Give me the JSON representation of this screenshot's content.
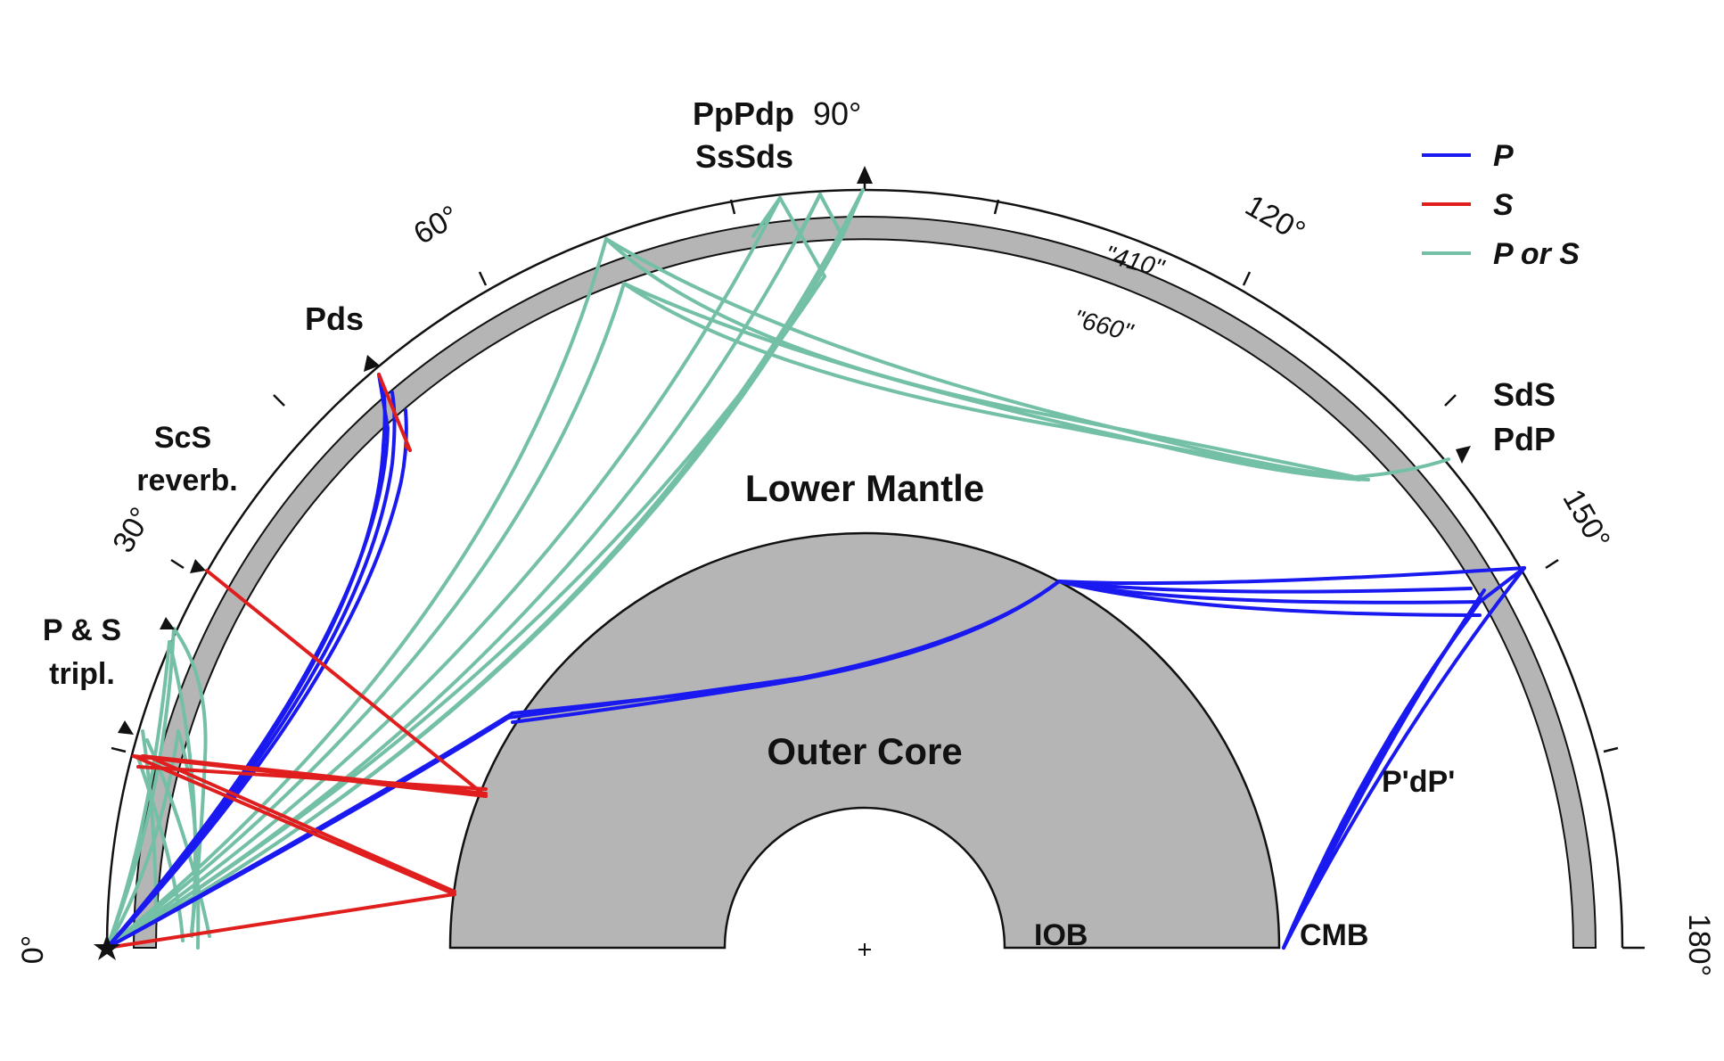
{
  "colors": {
    "p_wave": "#1919f0",
    "s_wave": "#e01e1e",
    "p_or_s_wave": "#74c0a6",
    "shell_gray": "#b5b5b5",
    "outline": "#111111"
  },
  "angle_labels": {
    "a0": "0°",
    "a30": "30°",
    "a60": "60°",
    "a90": "90°",
    "a120": "120°",
    "a150": "150°",
    "a180": "180°"
  },
  "phase_labels": {
    "ppdp": "PpPdp",
    "sssds": "SsSds",
    "pds": "Pds",
    "scs_1": "ScS",
    "scs_2": "reverb.",
    "ps_1": "P & S",
    "ps_2": "tripl.",
    "sds": "SdS",
    "pdp": "PdP",
    "pdp_prime": "P'dP'"
  },
  "regions": {
    "lower_mantle": "Lower Mantle",
    "outer_core": "Outer Core",
    "iob": "IOB",
    "cmb": "CMB",
    "d410": "\"410\"",
    "d660": "\"660\""
  },
  "legend": [
    {
      "label": "P",
      "color_key": "p_wave"
    },
    {
      "label": "S",
      "color_key": "s_wave"
    },
    {
      "label": "P or S",
      "color_key": "p_or_s_wave"
    }
  ]
}
